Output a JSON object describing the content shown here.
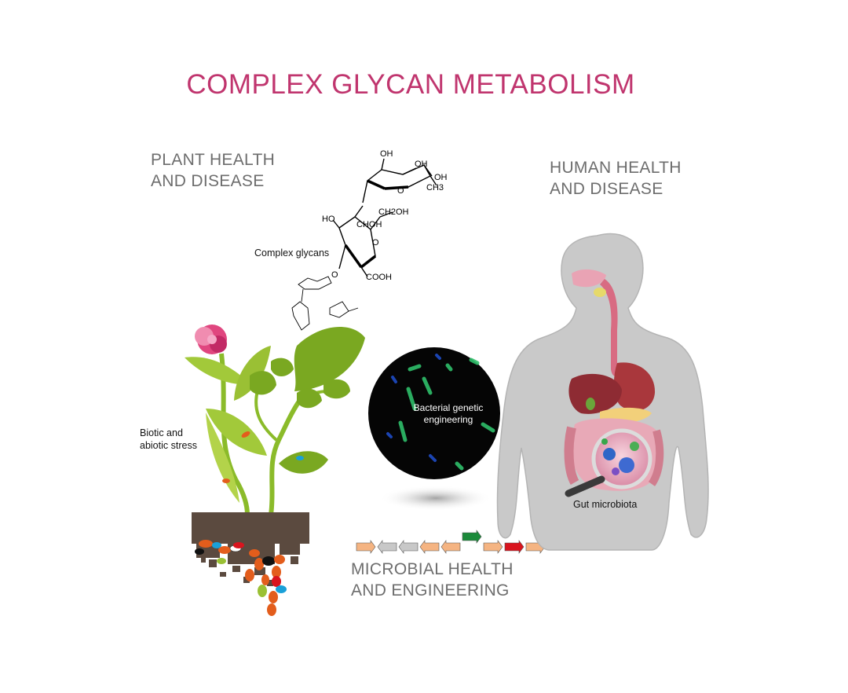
{
  "title": "COMPLEX GLYCAN METABOLISM",
  "colors": {
    "title": "#c0356e",
    "section_text": "#6d6d6d",
    "plant_green": "#8bbb2a",
    "leaf_green": "#7aa821",
    "flower_pink": "#e0467f",
    "soil_brown": "#5b4a3f",
    "microbe_orange": "#e35d1c",
    "body_gray": "#c9c9c9",
    "organ_red": "#a9373c",
    "arrow_peach": "#f5b482",
    "arrow_gray": "#c8c8c8",
    "arrow_green": "#1b8a3a",
    "arrow_red": "#d9141e"
  },
  "sections": {
    "plant": {
      "line1": "PLANT HEALTH",
      "line2": "AND DISEASE"
    },
    "human": {
      "line1": "HUMAN HEALTH",
      "line2": "AND DISEASE"
    },
    "microbial": {
      "line1": "MICROBIAL HEALTH",
      "line2": "AND ENGINEERING"
    }
  },
  "labels": {
    "complex_glycans": "Complex glycans",
    "stress_line1": "Biotic and",
    "stress_line2": "abiotic stress",
    "bacterial_line1": "Bacterial genetic",
    "bacterial_line2": "engineering",
    "gut_microbiota": "Gut microbiota"
  },
  "glycan_structure": {
    "oh_1": "OH",
    "oh_2": "OH",
    "oh_3": "OH",
    "o_ring_1": "O",
    "ch3": "CH3",
    "ch2oh": "CH2OH",
    "ho": "HO",
    "choh": "CHOH",
    "o_ring_2": "O",
    "o_link": "O",
    "cooh": "COOH"
  },
  "gene_cluster": [
    {
      "dir": "right",
      "color": "peach"
    },
    {
      "dir": "left",
      "color": "gray"
    },
    {
      "dir": "left",
      "color": "gray"
    },
    {
      "dir": "left",
      "color": "peach"
    },
    {
      "dir": "left",
      "color": "peach"
    },
    {
      "dir": "right",
      "color": "green",
      "raised": true
    },
    {
      "dir": "right",
      "color": "peach"
    },
    {
      "dir": "right",
      "color": "red"
    },
    {
      "dir": "right",
      "color": "peach"
    }
  ],
  "icons": [
    "flower-icon",
    "plant-icon",
    "soil-icon",
    "microscope-view-icon",
    "human-body-icon",
    "magnifier-icon",
    "gene-arrow-icon"
  ]
}
